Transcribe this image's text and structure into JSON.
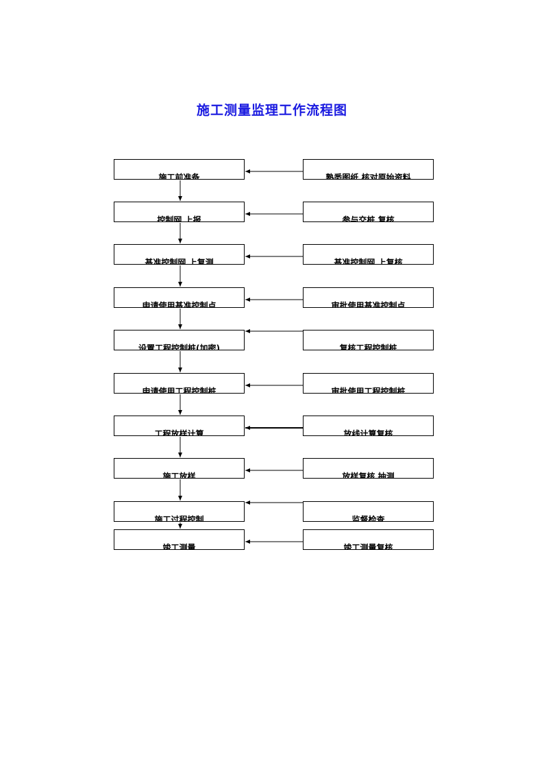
{
  "title": "施工测量监理工作流程图",
  "steps": [
    {
      "left": "施工前准备",
      "right": "熟悉图纸 核对原始资料"
    },
    {
      "left": "控制网 上报",
      "right": "参与交桩 复核"
    },
    {
      "left": "基准控制网 上复测",
      "right": "基准控制网 上复核"
    },
    {
      "left": "申请使用基准控制点",
      "right": "审批使用基准控制点"
    },
    {
      "left": "设置工程控制桩(加密)",
      "right": "复核工程控制桩"
    },
    {
      "left": "申请使用工程控制桩",
      "right": "审批使用工程控制桩"
    },
    {
      "left": "工程放样计算",
      "right": "放线计算复核"
    },
    {
      "left": "施工放样",
      "right": "放样复核 抽测"
    },
    {
      "left": "施工过程控制",
      "right": "监督检查"
    },
    {
      "left": "竣工测量",
      "right": "竣工测量复核"
    }
  ]
}
